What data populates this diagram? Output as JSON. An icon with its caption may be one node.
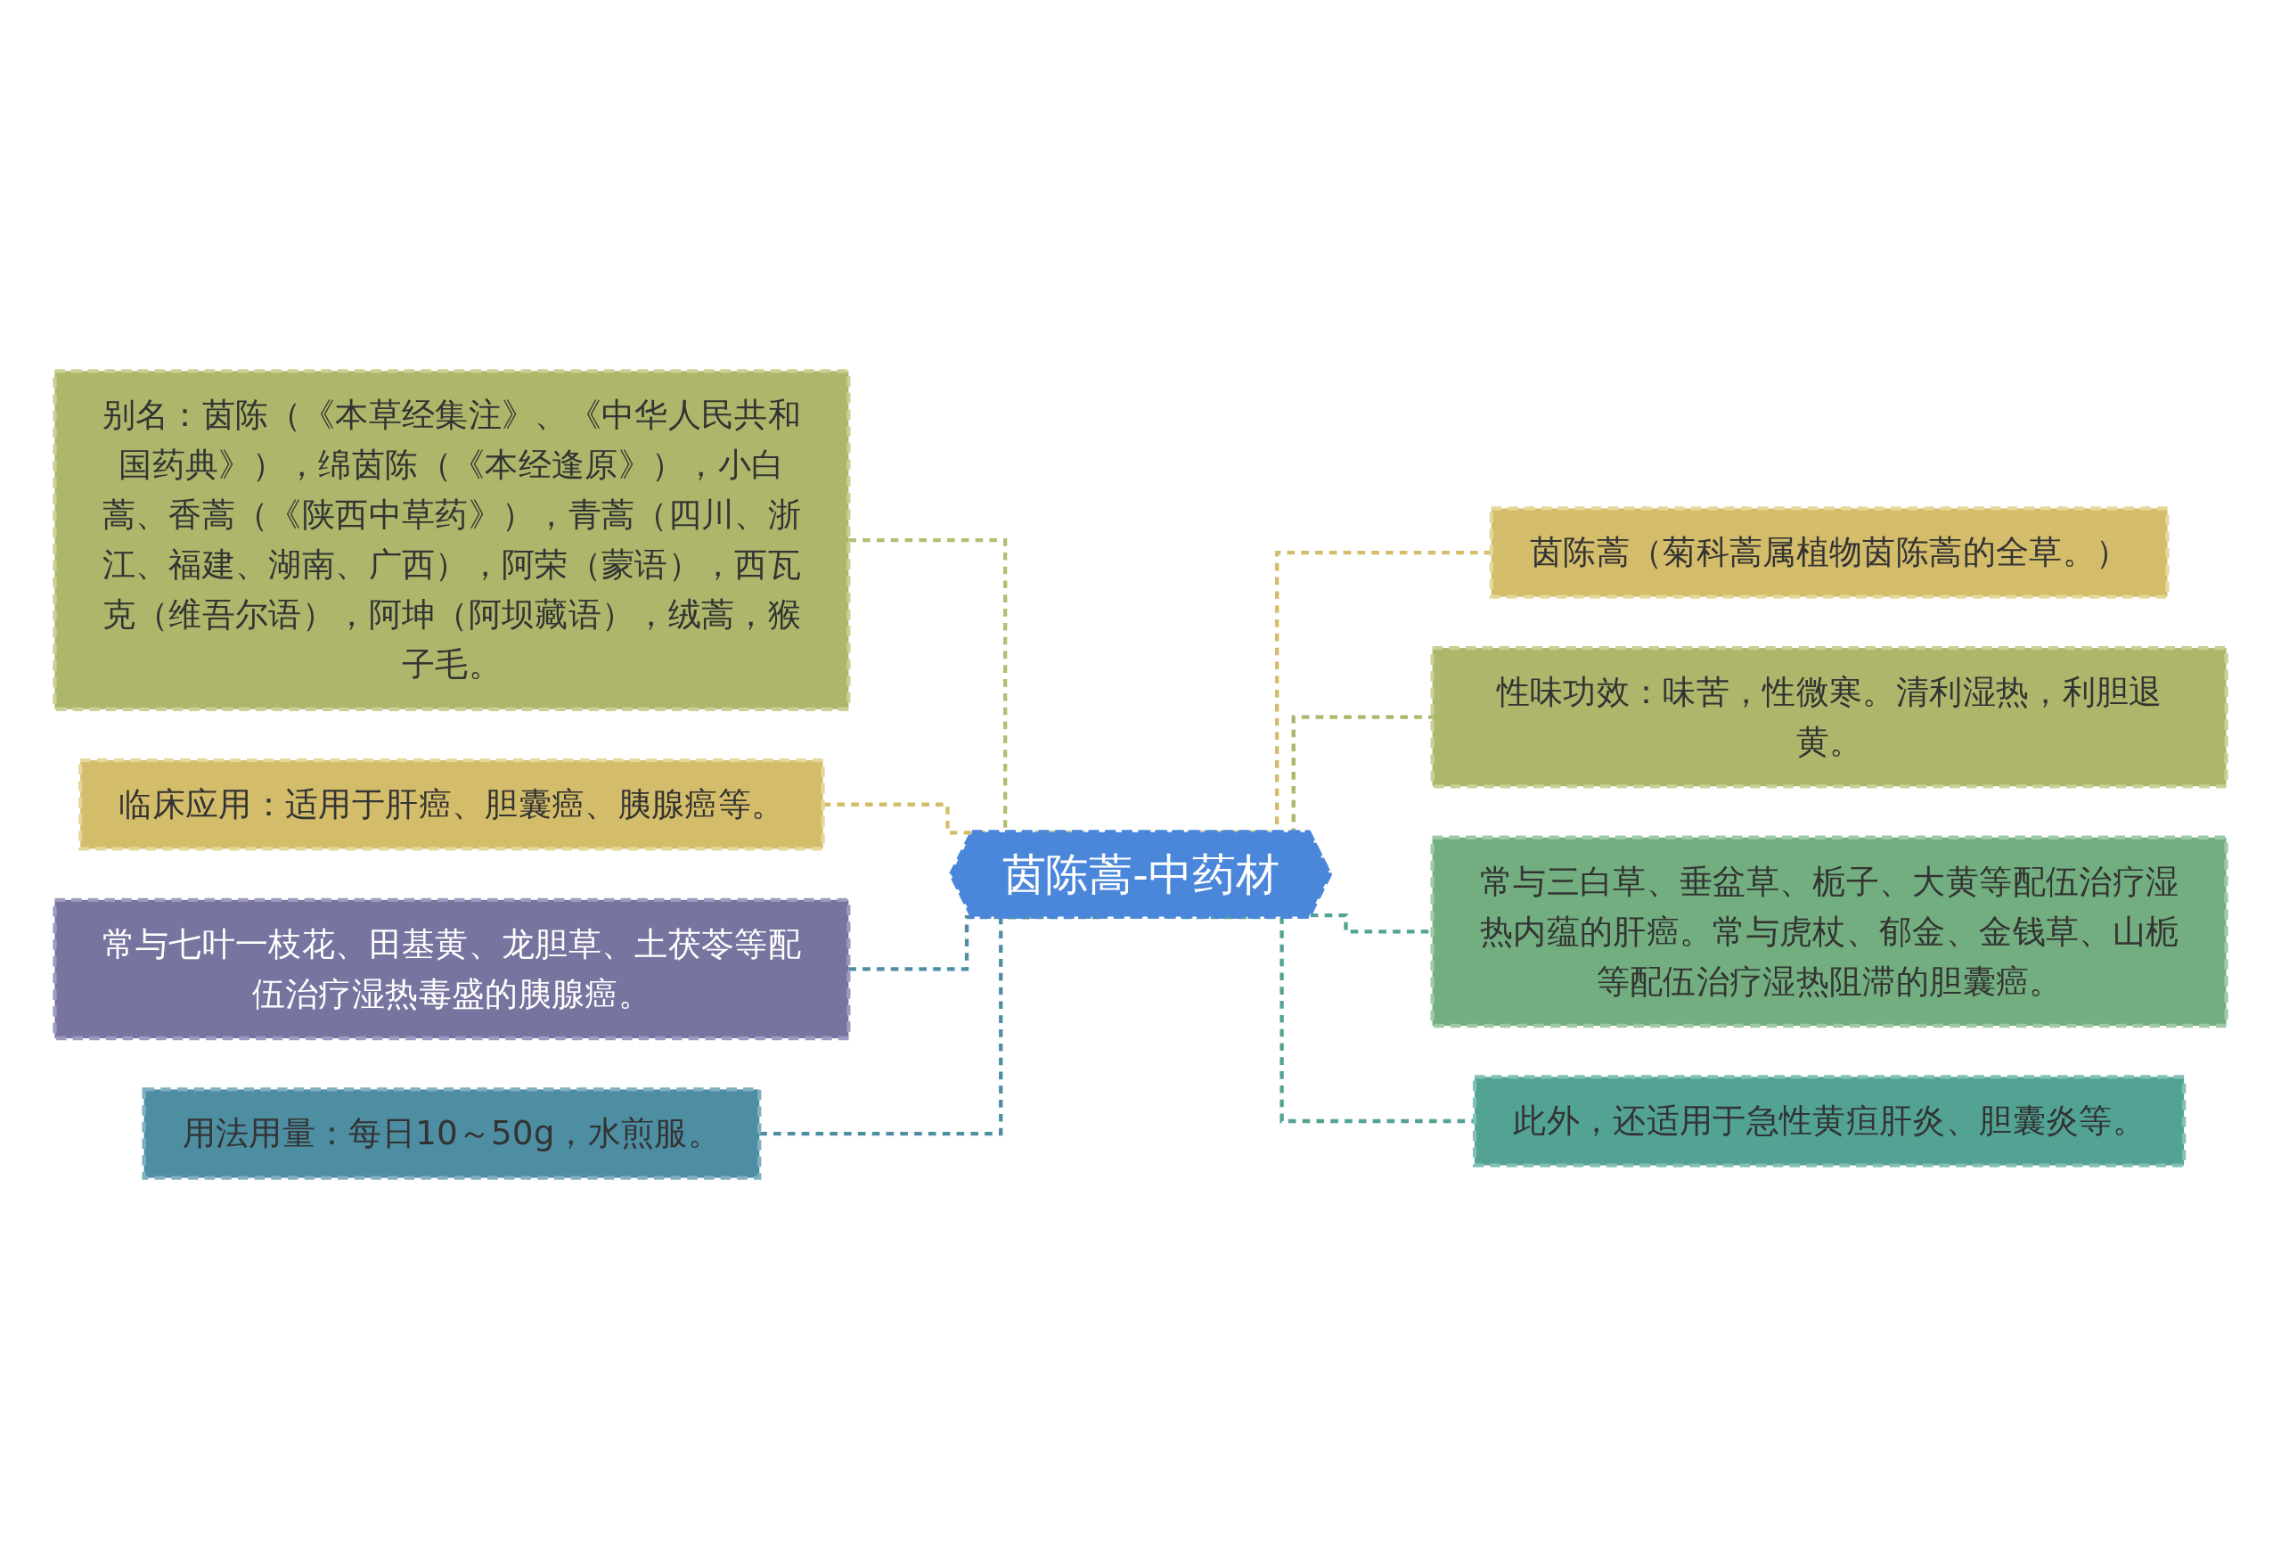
{
  "diagram": {
    "nodes": [
      {
        "text": [
          "茵陈蒿-中药材"
        ]
      },
      {
        "text": [
          "别名：茵陈（《本草经集注》、《中华人民共和国药典》），绵茵陈（《本经逢原》），小白蒿、香蒿（《陕西中草药》），青蒿（四川、浙江、福建、湖南、广西），阿荣（蒙语），西瓦克（维吾尔语），阿坤（阿坝藏语），绒蒿，猴子毛。"
        ]
      },
      {
        "text": [
          "临床应用：适用于肝癌、胆囊癌、胰腺癌等。"
        ]
      },
      {
        "text": [
          "常与七叶一枝花、田基黄、龙胆草、土茯苓等配伍治疗湿热毒盛的胰腺癌。"
        ]
      },
      {
        "text": [
          "用法用量：每日10～50g，水煎服。"
        ]
      },
      {
        "text": [
          "茵陈蒿（菊科蒿属植物茵陈蒿的全草。）"
        ]
      },
      {
        "text": [
          "性味功效：味苦，性微寒。清利湿热，利胆退黄。"
        ]
      },
      {
        "text": [
          "常与三白草、垂盆草、栀子、大黄等配伍治疗湿热内蕴的肝癌。常与虎杖、郁金、金钱草、山栀等配伍治疗湿热阻滞的胆囊癌。"
        ]
      },
      {
        "text": [
          "此外，还适用于急性黄疸肝炎、胆囊炎等。"
        ]
      }
    ],
    "edges": [
      {
        "from": 1,
        "to": 0,
        "arrow": "none",
        "style": "dashed",
        "color": "#b5bd72"
      },
      {
        "from": 2,
        "to": 0,
        "arrow": "none",
        "style": "dashed",
        "color": "#d4bd6a"
      },
      {
        "from": 3,
        "to": 0,
        "arrow": "none",
        "style": "dashed",
        "color": "#4e8ea3"
      },
      {
        "from": 4,
        "to": 0,
        "arrow": "none",
        "style": "dashed",
        "color": "#4e8ea3"
      },
      {
        "from": 0,
        "to": 5,
        "arrow": "none",
        "style": "dashed",
        "color": "#d4bd6a"
      },
      {
        "from": 0,
        "to": 6,
        "arrow": "none",
        "style": "dashed",
        "color": "#adb66a"
      },
      {
        "from": 0,
        "to": 7,
        "arrow": "none",
        "style": "dashed",
        "color": "#52a394"
      },
      {
        "from": 0,
        "to": 8,
        "arrow": "none",
        "style": "dashed",
        "color": "#52a394"
      }
    ]
  }
}
